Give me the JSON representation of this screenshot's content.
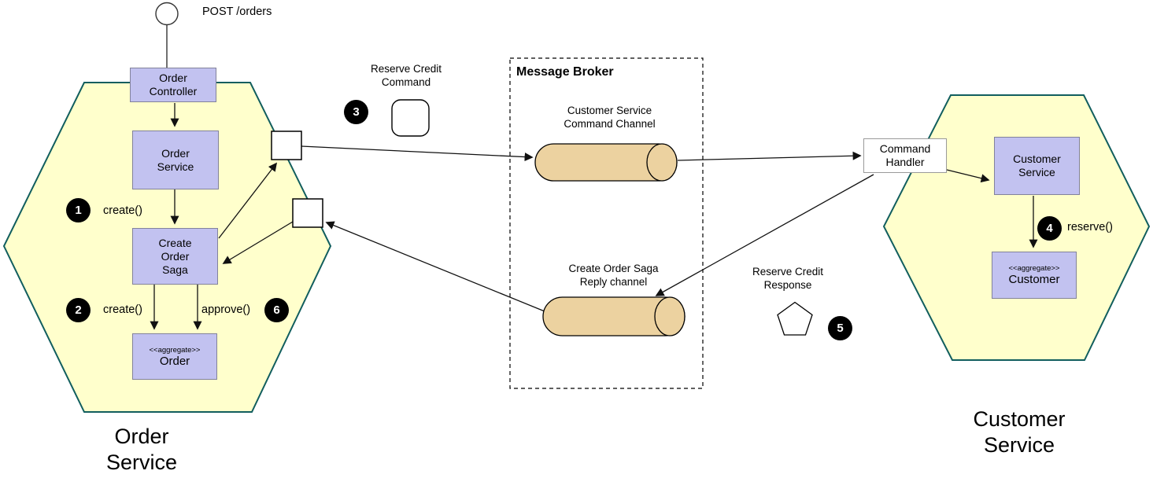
{
  "colors": {
    "hexagon_fill": "#FFFFCC",
    "hexagon_border": "#115E5E",
    "component_fill": "#C2C2F0",
    "component_border": "#82829B",
    "channel_fill": "#ECD2A0",
    "badge_fill": "#000000",
    "badge_text": "#FFFFFF"
  },
  "actor": {
    "request_label": "POST /orders"
  },
  "order_service": {
    "hexagon_label": "Order\nService",
    "controller": "Order\nController",
    "service": "Order\nService",
    "saga": "Create\nOrder\nSaga",
    "aggregate_stereotype": "<<aggregate>>",
    "aggregate_name": "Order",
    "step1_badge": "1",
    "step1_label": "create()",
    "step2_badge": "2",
    "step2_label": "create()",
    "step6_badge": "6",
    "step6_label": "approve()"
  },
  "message_broker": {
    "title": "Message Broker",
    "command_channel": "Customer Service\nCommand Channel",
    "reply_channel": "Create Order Saga\nReply channel"
  },
  "messages": {
    "command_badge": "3",
    "command_label": "Reserve Credit\nCommand",
    "response_badge": "5",
    "response_label": "Reserve Credit\nResponse"
  },
  "customer_service": {
    "hexagon_label": "Customer\nService",
    "command_handler": "Command\nHandler",
    "service": "Customer\nService",
    "aggregate_stereotype": "<<aggregate>>",
    "aggregate_name": "Customer",
    "step4_badge": "4",
    "step4_label": "reserve()"
  },
  "icons": {
    "actor": "circle",
    "command_message": "rounded-square",
    "response_message": "pentagon",
    "port": "small-square",
    "channel": "horizontal-cylinder"
  }
}
